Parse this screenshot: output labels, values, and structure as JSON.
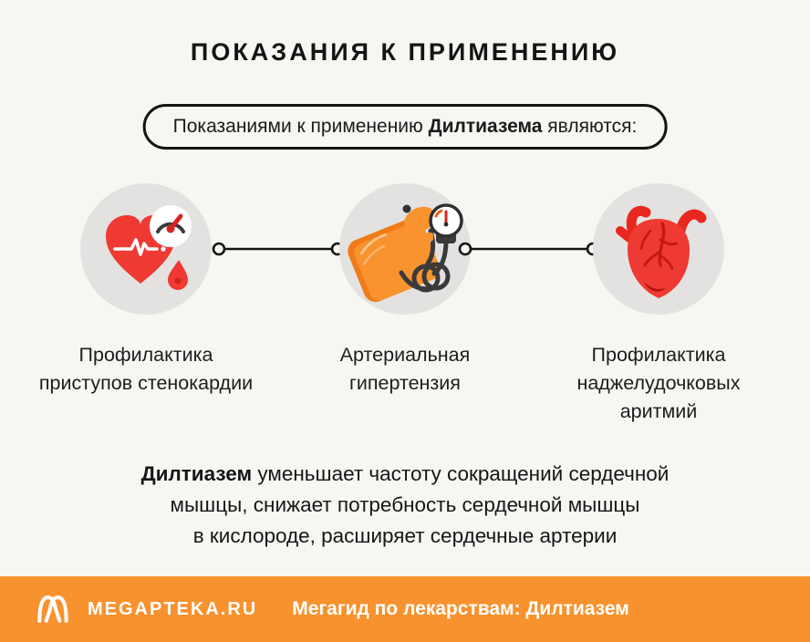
{
  "title": "ПОКАЗАНИЯ К ПРИМЕНЕНИЮ",
  "intro": {
    "prefix": "Показаниями к применению ",
    "drug_bold": "Дилтиазема",
    "suffix": " являются:"
  },
  "indications": [
    {
      "icon": "heart-pulse-icon",
      "label": "Профилактика приступов стенокардии"
    },
    {
      "icon": "blood-pressure-cuff-icon",
      "label": "Артериальная гипертензия"
    },
    {
      "icon": "anatomical-heart-icon",
      "label": "Профилактика наджелудочковых аритмий"
    }
  ],
  "summary": {
    "drug_bold": "Дилтиазем",
    "line1_rest": " уменьшает частоту сокращений сердечной",
    "line2": "мышцы, снижает потребность сердечной мышцы",
    "line3": "в кислороде, расширяет сердечные артерии"
  },
  "footer": {
    "brand": "MEGAPTEKA.RU",
    "tagline": "Мегагид по лекарствам: Дилтиазем"
  },
  "colors": {
    "background": "#F7F6F3",
    "circle_gray": "#E3E2E0",
    "icon_red": "#EE3A33",
    "icon_red_dark": "#C9211A",
    "accent_orange": "#F8922E",
    "line_black": "#141414",
    "text": "#1B1B1B",
    "white": "#FFFFFF"
  }
}
